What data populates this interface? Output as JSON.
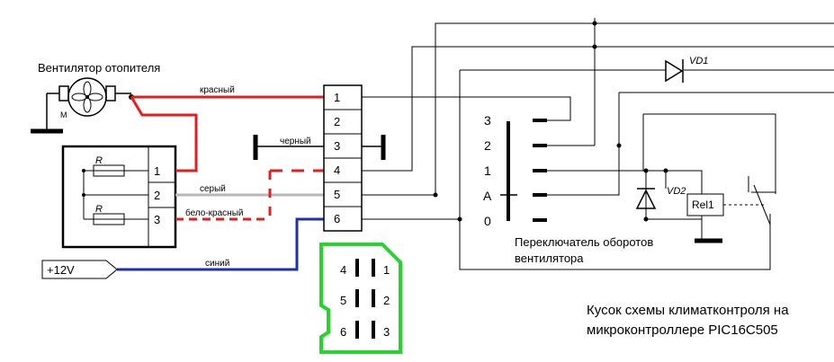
{
  "labels": {
    "fan_title": "Вентилятор отопителя",
    "motor_label": "M",
    "resistor_label": "R",
    "switch_title_line1": "Переключатель оборотов",
    "switch_title_line2": "вентилятора",
    "supply_label": "+12V",
    "vd1": "VD1",
    "vd2": "VD2",
    "rel1": "Rel1",
    "note_line1": "Кусок схемы климатконтроля на",
    "note_line2": "микроконтроллере PIC16C505"
  },
  "wires": {
    "red": "красный",
    "black": "черный",
    "grey": "серый",
    "white_red": "бело-красный",
    "blue": "синий"
  },
  "resistor_block_pins": [
    "1",
    "2",
    "3"
  ],
  "connector_pins": [
    "1",
    "2",
    "3",
    "4",
    "5",
    "6"
  ],
  "plug_pins": {
    "left": [
      "4",
      "5",
      "6"
    ],
    "right": [
      "1",
      "2",
      "3"
    ]
  },
  "switch_positions": [
    "3",
    "2",
    "1",
    "A",
    "0"
  ],
  "colors": {
    "red_wire": "#e02020",
    "grey_wire": "#b8b8b8",
    "blue_wire": "#1c2fb0",
    "plug_outline": "#27d42f"
  }
}
